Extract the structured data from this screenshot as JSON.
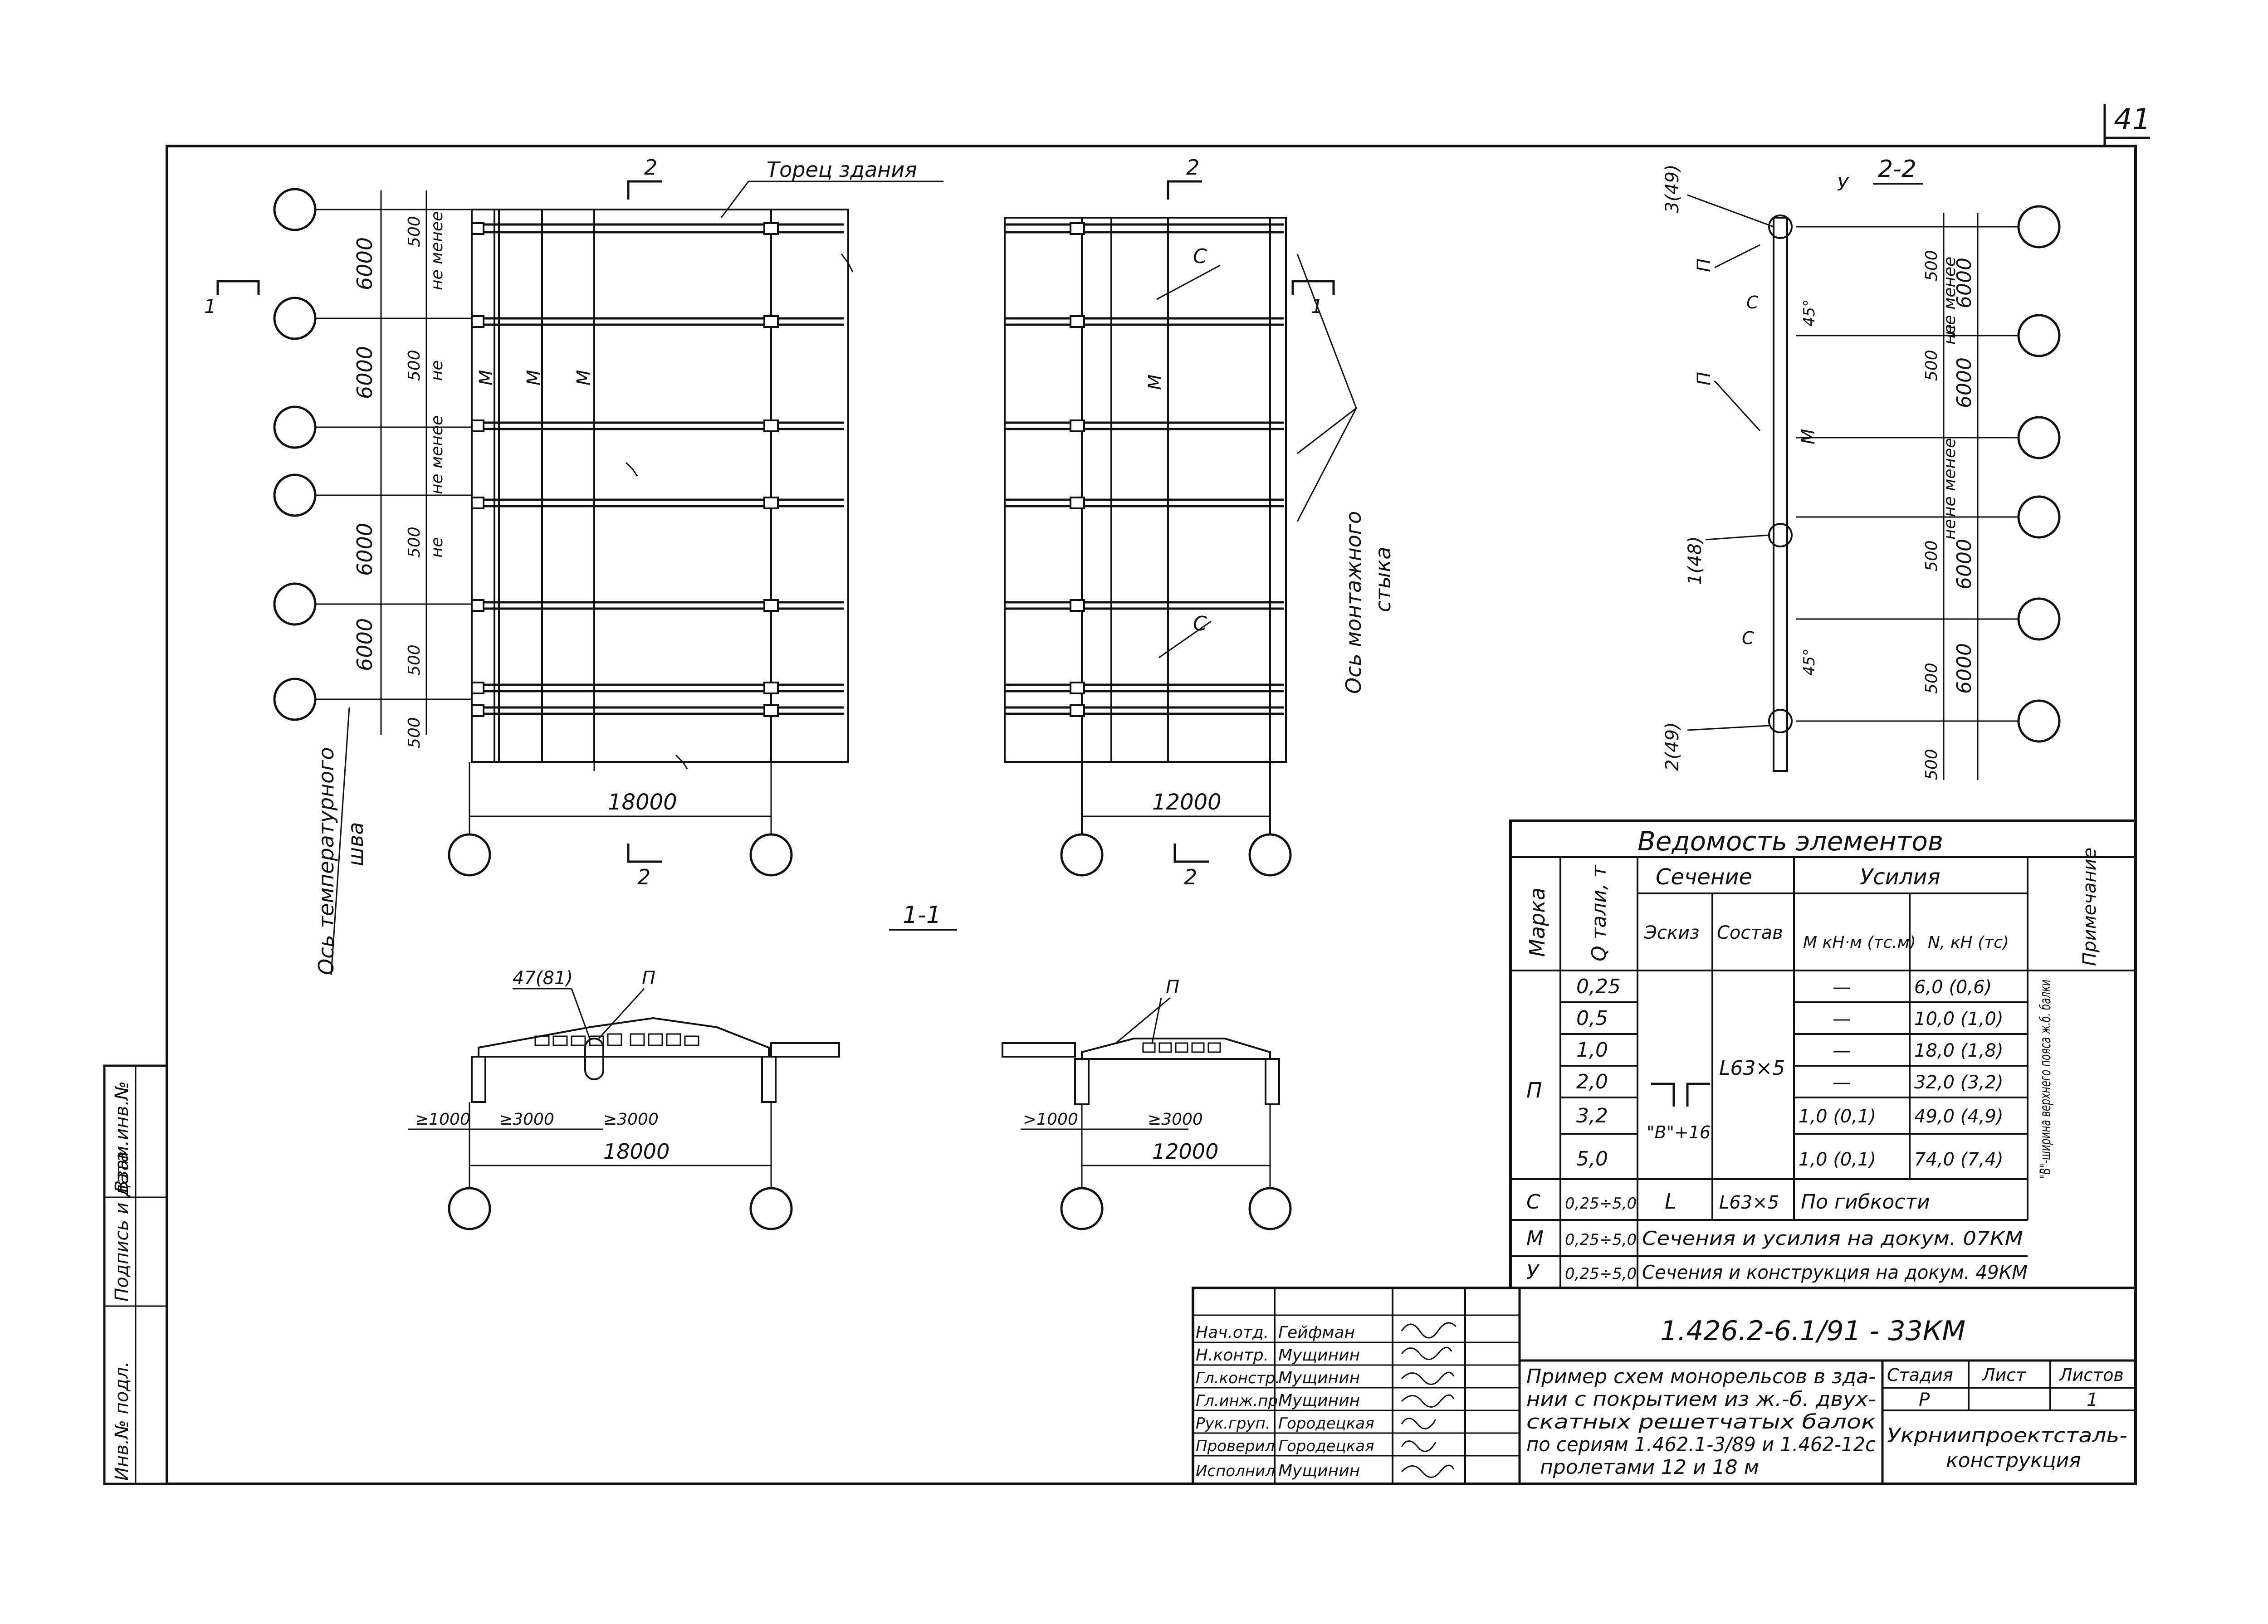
{
  "sheet_number": "41",
  "plan_left": {
    "title_annotation": "Торец здания",
    "section_mark": "2",
    "section_mark_bottom": "2",
    "dims_bays": [
      "6000",
      "6000",
      "6000",
      "6000"
    ],
    "dims_small": [
      "500",
      "не менее",
      "500",
      "не",
      "не менее",
      "500",
      "не",
      "500",
      "500"
    ],
    "span": "18000",
    "member_labels": [
      "М",
      "М",
      "М"
    ],
    "section_11": "1",
    "axis_label_line1": "Ось температурного",
    "axis_label_line2": "шва"
  },
  "plan_right": {
    "section_mark": "2",
    "section_mark_bottom": "2",
    "section_11": "1",
    "span": "12000",
    "member_labels": [
      "С",
      "М",
      "С"
    ],
    "axis_label_line1": "Ось монтажного",
    "axis_label_line2": "стыка"
  },
  "section_22": {
    "title": "2-2",
    "labels": [
      "3(49)",
      "У",
      "П",
      "С",
      "45°",
      "П",
      "М",
      "1(48)",
      "С",
      "45°",
      "2(49)"
    ],
    "dims": [
      "500",
      "не менее",
      "6000",
      "500",
      "не",
      "6000",
      "не менее",
      "500",
      "не",
      "6000",
      "500",
      "6000",
      "500"
    ]
  },
  "section_11": {
    "title": "1-1",
    "left": {
      "label_a": "47(81)",
      "label_b": "П",
      "dims": [
        "≥1000",
        "≥3000",
        "≥3000"
      ],
      "span": "18000"
    },
    "right": {
      "label": "П",
      "dims": [
        ">1000",
        "≥3000"
      ],
      "span": "12000"
    }
  },
  "elements_table": {
    "title": "Ведомость элементов",
    "headers": {
      "mark": "Марка",
      "q": "Q тали, т",
      "section": "Сечение",
      "sketch": "Эскиз",
      "composition": "Состав",
      "forces": "Усилия",
      "m": "М кН·м (тс.м)",
      "n": "N, кН (тс)",
      "note": "Примечание"
    },
    "groups": [
      {
        "mark": "П",
        "sketch": "\"В\"+16",
        "composition": "L63×5",
        "note": "\"В\"-ширина верхнего пояса ж.б. балки",
        "rows": [
          {
            "q": "0,25",
            "m": "—",
            "n": "6,0 (0,6)"
          },
          {
            "q": "0,5",
            "m": "—",
            "n": "10,0 (1,0)"
          },
          {
            "q": "1,0",
            "m": "—",
            "n": "18,0 (1,8)"
          },
          {
            "q": "2,0",
            "m": "—",
            "n": "32,0 (3,2)"
          },
          {
            "q": "3,2",
            "m": "1,0 (0,1)",
            "n": "49,0 (4,9)"
          },
          {
            "q": "5,0",
            "m": "1,0 (0,1)",
            "n": "74,0 (7,4)"
          }
        ]
      }
    ],
    "extra_rows": [
      {
        "mark": "С",
        "q": "0,25÷5,0",
        "sketch": "L",
        "composition": "L63×5",
        "forces": "По гибкости"
      },
      {
        "mark": "М",
        "q": "0,25÷5,0",
        "text": "Сечения и усилия на докум. 07КМ"
      },
      {
        "mark": "У",
        "q": "0,25÷5,0",
        "text": "Сечения и конструкция на докум. 49КМ"
      }
    ]
  },
  "title_block": {
    "doc_code": "1.426.2-6.1/91 - 33КМ",
    "title_lines": [
      "Пример схем монорельсов в зда-",
      "нии с покрытием из ж.-б. двух-",
      "скатных решетчатых балок",
      "по сериям 1.462.1-3/89 и 1.462-12с",
      "пролетами 12 и 18 м"
    ],
    "stage_label": "Стадия",
    "sheet_label": "Лист",
    "sheets_label": "Листов",
    "stage": "Р",
    "sheets": "1",
    "org_line1": "Укрниипроектсталь-",
    "org_line2": "конструкция",
    "signers": [
      {
        "role": "Нач.отд.",
        "name": "Гейфман"
      },
      {
        "role": "Н.контр.",
        "name": "Мущинин"
      },
      {
        "role": "Гл.констр.",
        "name": "Мущинин"
      },
      {
        "role": "Гл.инж.пр.",
        "name": "Мущинин"
      },
      {
        "role": "Рук.груп.",
        "name": "Городецкая"
      },
      {
        "role": "Проверил",
        "name": "Городецкая"
      },
      {
        "role": "Исполнил",
        "name": "Мущинин"
      }
    ]
  },
  "side_stamp": [
    "Инв.№ подл.",
    "Подпись и дата",
    "Взам.инв.№"
  ]
}
